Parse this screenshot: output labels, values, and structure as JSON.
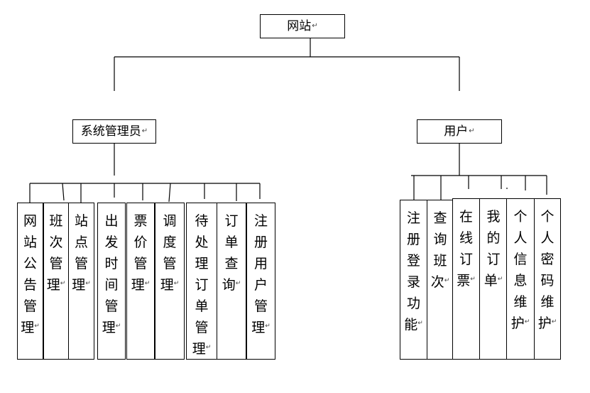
{
  "root": {
    "label": "网站"
  },
  "admin": {
    "label": "系统管理员",
    "functions": [
      "网站公告管理",
      "班次管理",
      "站点管理",
      "出发时间管理",
      "票价管理",
      "调度管理",
      "待处理订单管理",
      "订单查询",
      "注册用户管理"
    ]
  },
  "user": {
    "label": "用户",
    "functions": [
      "注册登录功能",
      "查询班次",
      "在线订票",
      "我的订单",
      "个人信息维护",
      "个人密码维护"
    ]
  },
  "paragraph_mark": "↵"
}
